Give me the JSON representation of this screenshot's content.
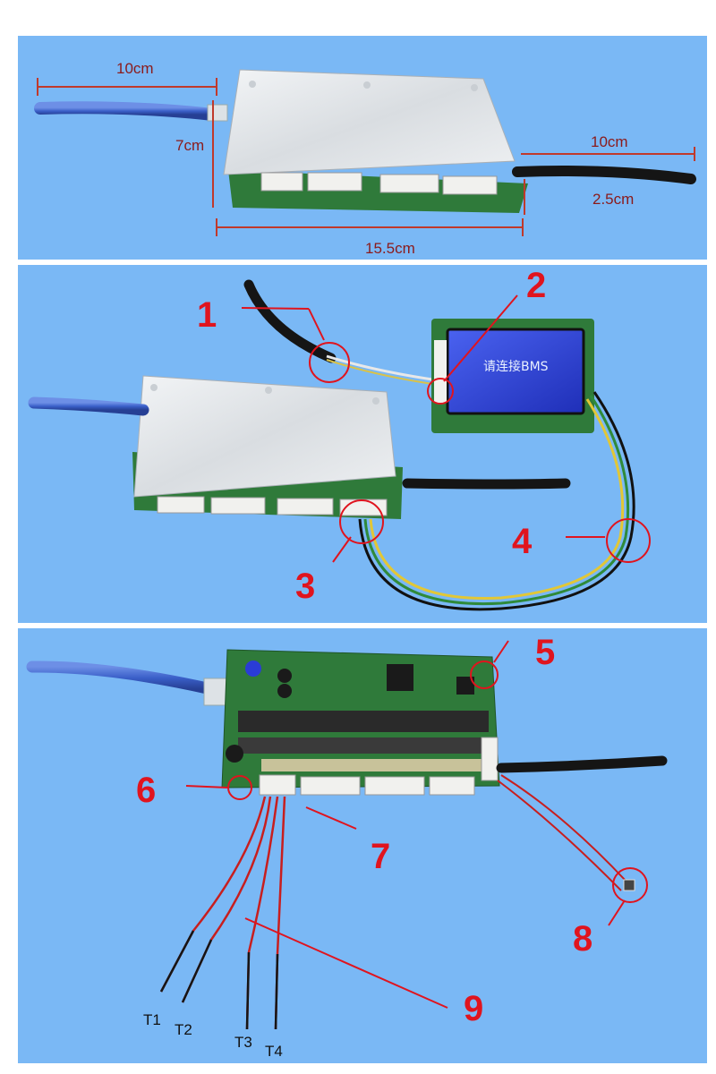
{
  "dimensions": {
    "left_cable": "10cm",
    "board_width": "7cm",
    "right_cable": "10cm",
    "right_cable_thickness": "2.5cm",
    "board_length": "15.5cm"
  },
  "display_text": "请连接BMS",
  "callouts": [
    "1",
    "2",
    "3",
    "4",
    "5",
    "6",
    "7",
    "8",
    "9"
  ],
  "temperature_probes": [
    "T1",
    "T2",
    "T3",
    "T4"
  ],
  "colors": {
    "background": "#7ab8f5",
    "callout_red": "#e0141e",
    "dimension_red": "#8b1a1a",
    "pcb_green": "#2f7a3a",
    "lcd_blue": "#2a3cd6",
    "cable_blue": "#3a5fc8"
  }
}
